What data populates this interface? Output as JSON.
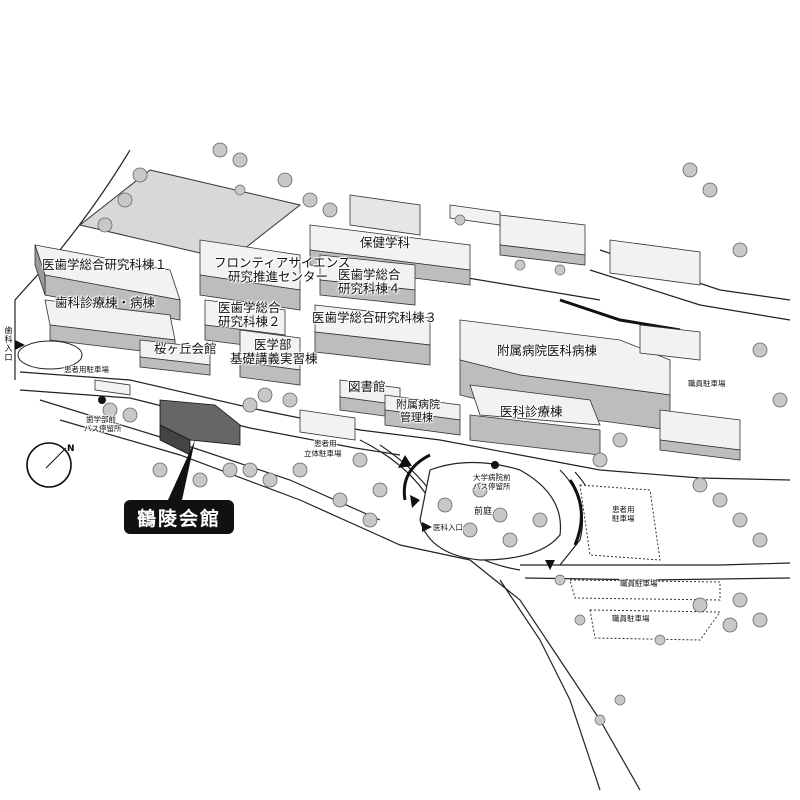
{
  "callout": {
    "text": "鶴陵会館"
  },
  "labels": {
    "ishika_kenkyu_1": "医歯学総合研究科棟１",
    "shika_byoto": "歯科診療棟・病棟",
    "frontier_line1": "フロンティアサイエンス",
    "frontier_line2": "研究推進センター",
    "hoken_gakka": "保健学科",
    "ishika_kenkyu_4_line1": "医歯学総合",
    "ishika_kenkyu_4_line2": "研究科棟４",
    "ishika_kenkyu_2_line1": "医歯学総合",
    "ishika_kenkyu_2_line2": "研究科棟２",
    "ishika_kenkyu_3": "医歯学総合研究科棟３",
    "oukagaoka": "桜ヶ丘会館",
    "igakubu_line1": "医学部",
    "igakubu_line2": "基礎講義実習棟",
    "toshokan": "図書館",
    "fuzoku_ika": "附属病院医科病棟",
    "fuzoku_kanri_line1": "附属病院",
    "fuzoku_kanri_line2": "管理棟",
    "ika_shinryo": "医科診療棟",
    "zentei": "前庭"
  },
  "small_labels": {
    "shika_iriguchi": "歯科入口",
    "patient_parking_w": "患者用駐車場",
    "bus_stop_w_line1": "歯学部前",
    "bus_stop_w_line2": "バス停留所",
    "patient_garage_line1": "患者用",
    "patient_garage_line2": "立体駐車場",
    "bus_stop_c_line1": "大学病院前",
    "bus_stop_c_line2": "バス停留所",
    "ika_iriguchi": "医科入口",
    "staff_parking_e": "職員駐車場",
    "patient_parking_e_line1": "患者用",
    "patient_parking_e_line2": "駐車場",
    "staff_parking_s1": "職員駐車場",
    "staff_parking_s2": "職員駐車場"
  },
  "compass": {
    "north": "N"
  },
  "colors": {
    "building_top": "#f2f2f2",
    "building_side": "#bdbdbd",
    "building_dark": "#555555",
    "tree": "#c8c8c8",
    "road_edge": "#222222",
    "highlight": "#111111"
  }
}
